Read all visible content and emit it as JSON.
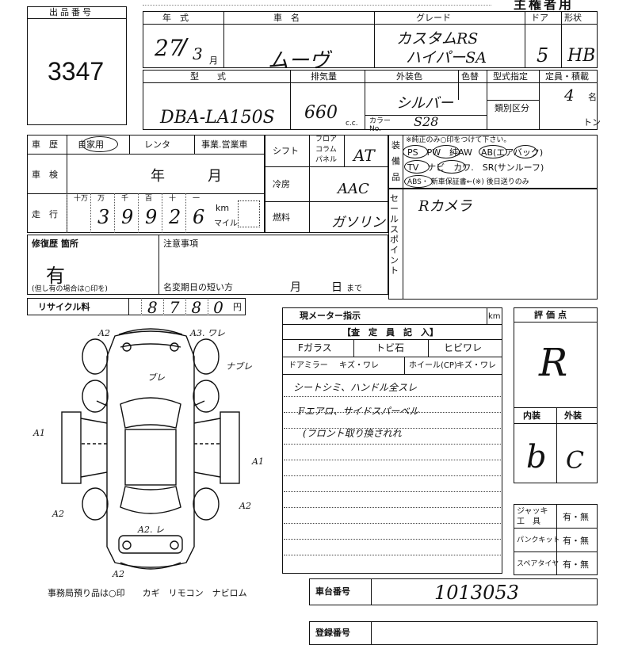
{
  "header": {
    "title_right": "主権者用"
  },
  "lot": {
    "label": "出品番号",
    "number": "3347"
  },
  "row1": {
    "year_h": "年　式",
    "name_h": "車　名",
    "grade_h": "グレード",
    "door_h": "ドア",
    "shape_h": "形状",
    "year_val": "27",
    "month_val": "3",
    "month_unit": "月",
    "name_val": "ムーヴ",
    "grade_val1": "カスタムRS",
    "grade_val2": "ハイパーSA",
    "door_val": "5",
    "shape_val": "HB"
  },
  "row2": {
    "model_h": "型　式",
    "disp_h": "排気量",
    "color_h": "外装色",
    "repaint_h": "色替",
    "type_h": "型式指定",
    "class_h": "類別区分",
    "capacity_h": "定員・積載",
    "model_val": "DBA-LA150S",
    "disp_val": "660",
    "disp_unit": "c.c.",
    "color_val": "シルバー",
    "color_no_label": "カラー\nNo.",
    "color_no_val": "S28",
    "capacity_val": "4",
    "cap_unit1": "名",
    "cap_unit2": "トン"
  },
  "history": {
    "label": "車　歴",
    "opt1": "自家用",
    "opt2": "レンタ",
    "opt3": "事業.営業車",
    "shaken_label": "車　検",
    "shaken_year": "年",
    "shaken_month": "月",
    "mileage_label": "走　行",
    "digit_labels": [
      "十万",
      "万",
      "千",
      "百",
      "十",
      "一"
    ],
    "digits": [
      "",
      "3",
      "9",
      "9",
      "2",
      "6"
    ],
    "km": "km",
    "mile": "マイル"
  },
  "shift": {
    "label": "シフト",
    "opt1": "フロア",
    "opt2": "コラム",
    "opt3": "パネル",
    "val": "AT",
    "ac_label": "冷房",
    "ac_val": "AAC",
    "fuel_label": "燃料",
    "fuel_val": "ガソリン"
  },
  "equipment": {
    "label": "装\n備\n品",
    "note": "※純正のみ○印をつけて下さい。",
    "line1": "PS　PW　純AW　AB(エアバック)",
    "line2": "TV　ナビ　カワ.　SR(サンルーフ)",
    "line3": "ABS・ 新車保証書←(※) 後日送りのみ"
  },
  "sellpoint": {
    "label": "セールスポイント",
    "val": "Rカメラ"
  },
  "repair": {
    "label": "修復歴 箇所",
    "val": "有",
    "note": "(但し有の場合は○印を)"
  },
  "notes": {
    "label": "注意事項",
    "namechange": "名変期日の短い方",
    "month": "月",
    "day": "日",
    "made": "まで"
  },
  "recycle": {
    "label": "リサイクル料",
    "val": "8780",
    "unit": "円"
  },
  "meter": {
    "label": "現メーター指示",
    "km": "km",
    "inspector": "【査　定　員　記　入】",
    "c1": "Fガラス",
    "c2": "トビ石",
    "c3": "ヒビワレ",
    "d1": "ドアミラー",
    "d2": "キズ・ワレ",
    "d3": "ホイール(CP)",
    "d4": "キズ・ワレ",
    "hw1": "シートシミ、ハンドル全スレ",
    "hw2": "Fエアロ、サイドスパーベル",
    "hw3": "(フロント取り換されれ"
  },
  "score": {
    "label": "評価点",
    "val": "R",
    "int_label": "内装",
    "ext_label": "外装",
    "int_val": "b",
    "ext_val": "C"
  },
  "tools": {
    "jack": "ジャッキ\n工　具",
    "puncture": "パンクキット",
    "spare": "スペアタイヤ",
    "opt": "有・無"
  },
  "chassis": {
    "label": "車台番号",
    "val": "1013053"
  },
  "diagram": {
    "marks": [
      "A2",
      "A3. ワレ",
      "ブレ",
      "ナブレ",
      "A1",
      "A1",
      "A2",
      "A2",
      "A2. レ",
      "A2"
    ],
    "office_items": "事務局預り品は○印　　カギ　リモコン　ナビロム"
  },
  "bottom": {
    "label": "登録番号"
  }
}
